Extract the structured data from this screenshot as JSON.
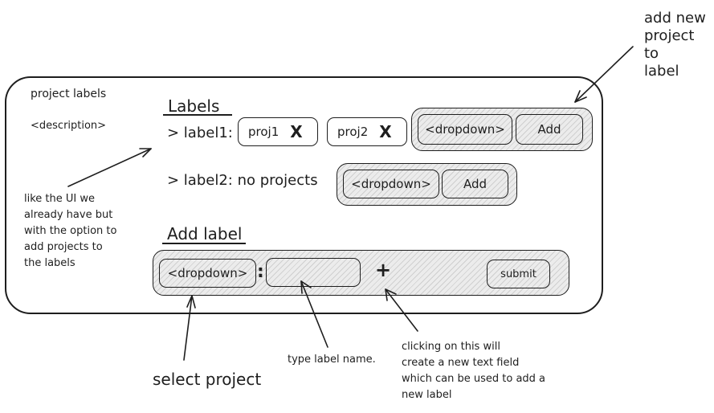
{
  "sidebar": {
    "title": "project labels",
    "description": "<description>"
  },
  "labels_section": {
    "heading": "Labels",
    "label1": {
      "name": "> label1:",
      "projects": [
        {
          "name": "proj1",
          "remove": "X"
        },
        {
          "name": "proj2",
          "remove": "X"
        }
      ],
      "dropdown": "<dropdown>",
      "add": "Add"
    },
    "label2": {
      "name": "> label2: no projects",
      "dropdown": "<dropdown>",
      "add": "Add"
    }
  },
  "add_label_section": {
    "heading": "Add label",
    "dropdown": "<dropdown>",
    "separator": ":",
    "name_input_value": "",
    "plus": "+",
    "submit": "submit"
  },
  "annotations": {
    "add_new_project": "add new\nproject\nto\nlabel",
    "like_ui": "like the UI we\nalready have but\nwith the option to\nadd projects to\nthe labels",
    "select_project": "select project",
    "type_label_name": "type label name.",
    "clicking_plus": "clicking on this will\ncreate a new text field\nwhich can be used to add a\nnew label"
  }
}
